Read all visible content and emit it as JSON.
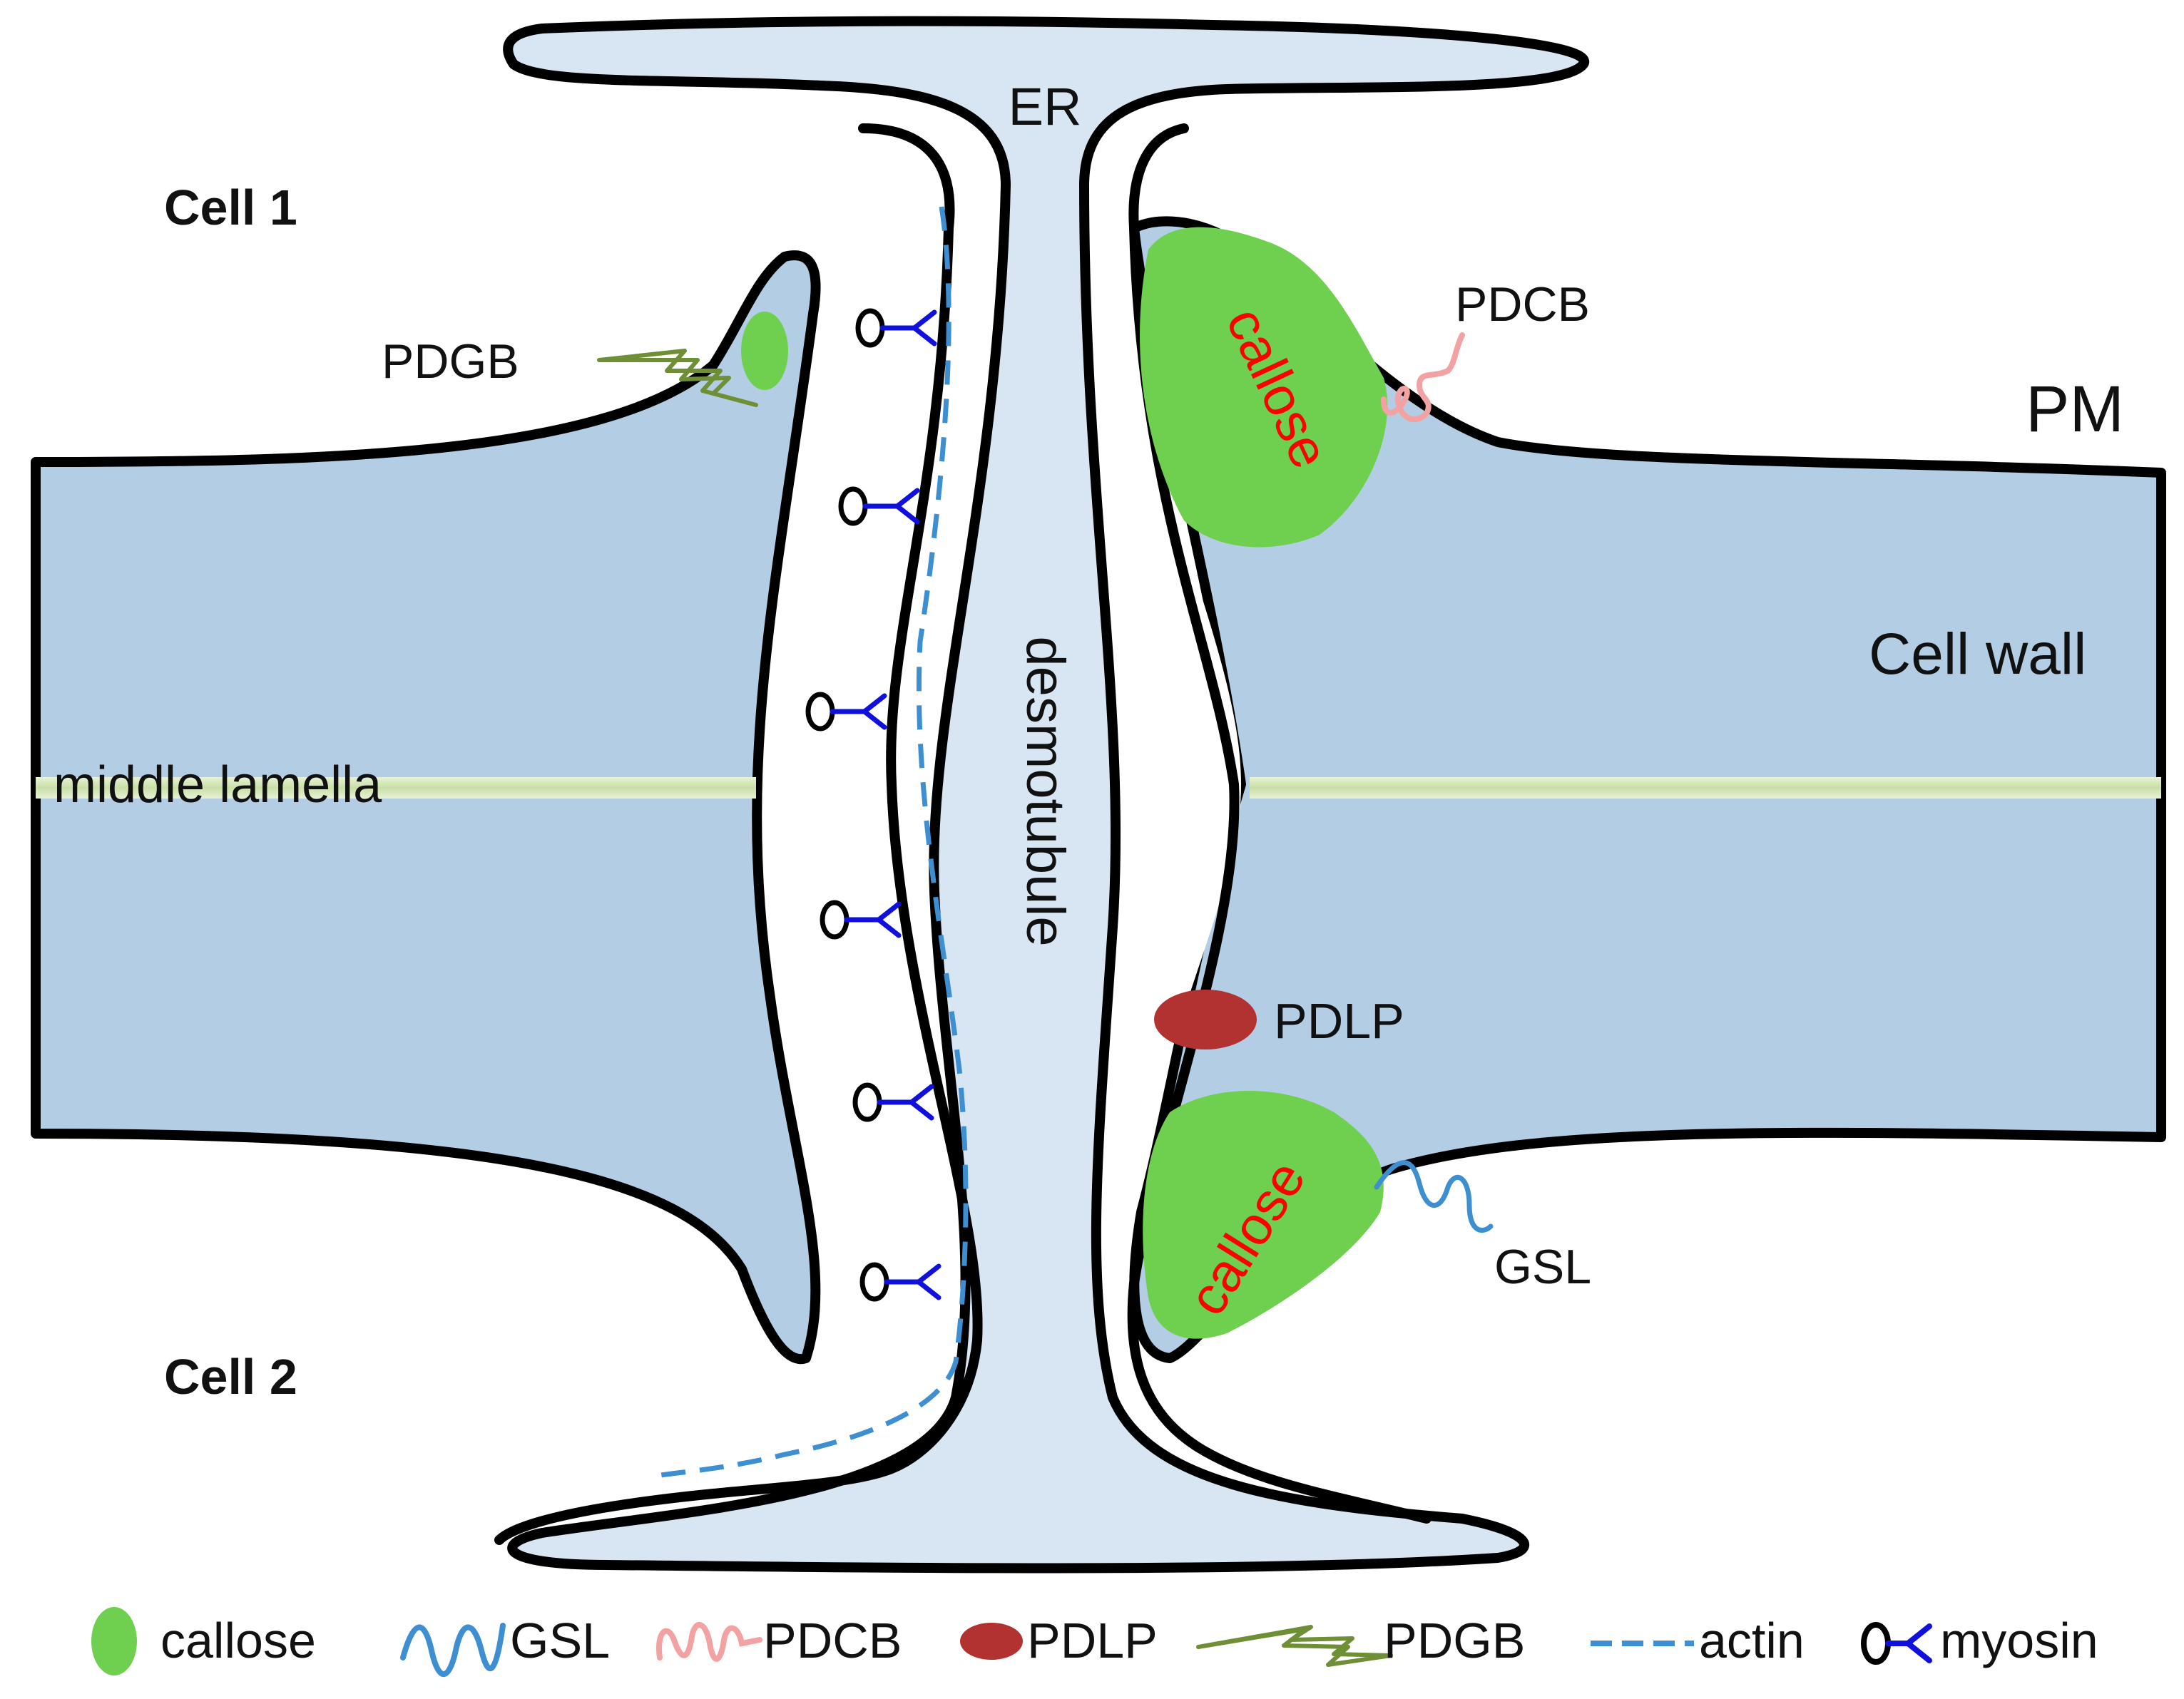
{
  "colors": {
    "cell_wall": "#b3cde4",
    "er": "#d8e6f3",
    "outline": "#000000",
    "callose": "#6ed04e",
    "callose_label": "#ff0000",
    "pdcb": "#f2a2a2",
    "pdlp": "#b23232",
    "pdgb": "#6e8f35",
    "actin": "#3d8fd1",
    "gsl": "#3d8fd1",
    "myosin": "#1010dd",
    "middle_lamella": "#d6e8bb"
  },
  "labels": {
    "er": "ER",
    "cell_1": "Cell 1",
    "cell_2": "Cell 2",
    "pm": "PM",
    "cell_wall": "Cell wall",
    "middle_lamella": "middle lamella",
    "desmotubule": "desmotubule",
    "pdgb": "PDGB",
    "pdcb": "PDCB",
    "pdlp": "PDLP",
    "gsl": "GSL",
    "callose_top": "callose",
    "callose_bottom": "callose"
  },
  "legend": [
    {
      "icon": "callose-blob-icon",
      "label": "callose"
    },
    {
      "icon": "gsl-wave-icon",
      "label": "GSL"
    },
    {
      "icon": "pdcb-coil-icon",
      "label": "PDCB"
    },
    {
      "icon": "pdlp-ellipse-icon",
      "label": "PDLP"
    },
    {
      "icon": "pdgb-zigzag-icon",
      "label": "PDGB"
    },
    {
      "icon": "actin-dash-icon",
      "label": "actin"
    },
    {
      "icon": "myosin-icon",
      "label": "myosin"
    }
  ]
}
